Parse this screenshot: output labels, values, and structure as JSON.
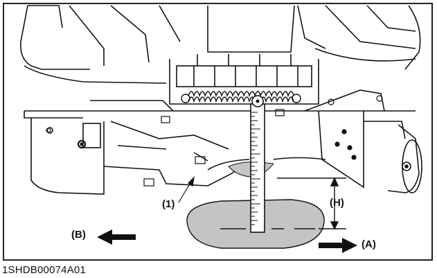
{
  "figure": {
    "callouts": {
      "part_1": "(1)",
      "height": "(H)",
      "direction_a": "(A)",
      "direction_b": "(B)"
    },
    "reference_code": "1SHDB00074A01"
  }
}
